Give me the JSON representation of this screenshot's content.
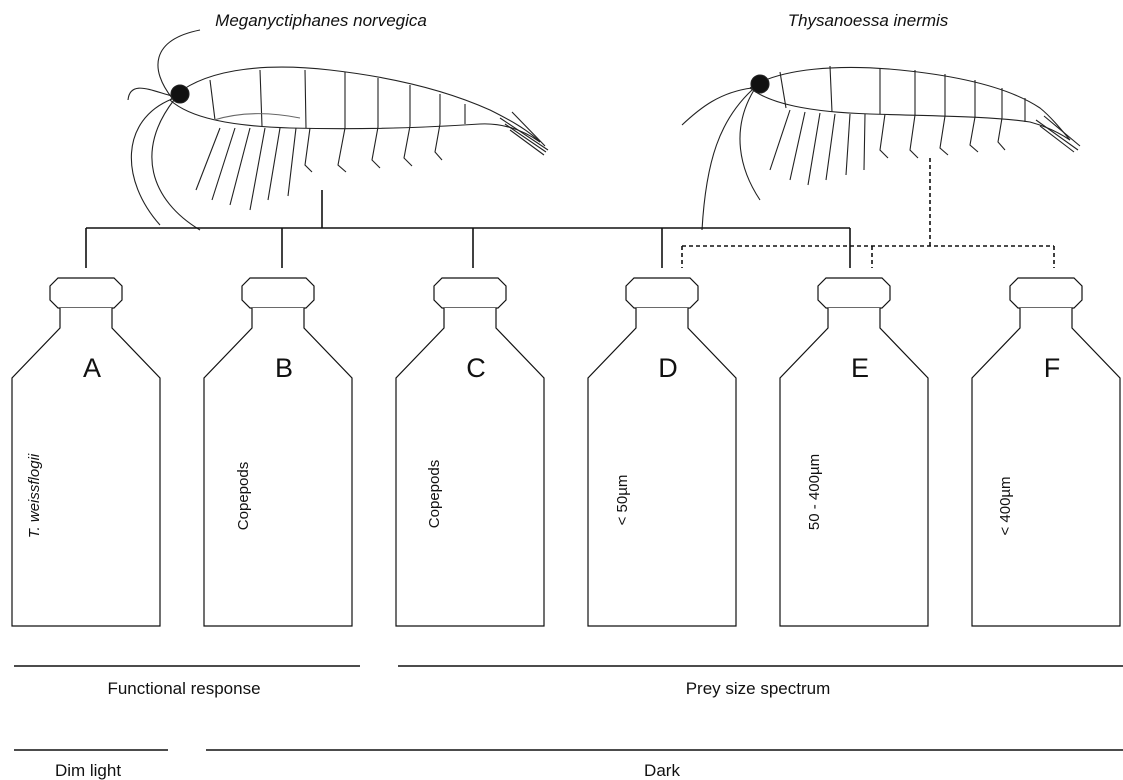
{
  "species": [
    {
      "name": "Meganyctiphanes norvegica"
    },
    {
      "name": "Thysanoessa inermis"
    }
  ],
  "bottles": [
    {
      "letter": "A",
      "content": "T. weissflogii",
      "italic": true
    },
    {
      "letter": "B",
      "content": "Copepods",
      "italic": false
    },
    {
      "letter": "C",
      "content": "Copepods",
      "italic": false
    },
    {
      "letter": "D",
      "content": "< 50µm",
      "italic": false
    },
    {
      "letter": "E",
      "content": "50 - 400µm",
      "italic": false
    },
    {
      "letter": "F",
      "content": "< 400µm",
      "italic": false
    }
  ],
  "experiments": {
    "functional_response": "Functional response",
    "prey_size_spectrum": "Prey size spectrum"
  },
  "conditions": {
    "dim_light": "Dim light",
    "dark": "Dark"
  },
  "links": {
    "meganyctiphanes_bottles": [
      "A",
      "B",
      "C",
      "D",
      "E"
    ],
    "thysanoessa_bottles": [
      "D",
      "E",
      "F"
    ]
  }
}
